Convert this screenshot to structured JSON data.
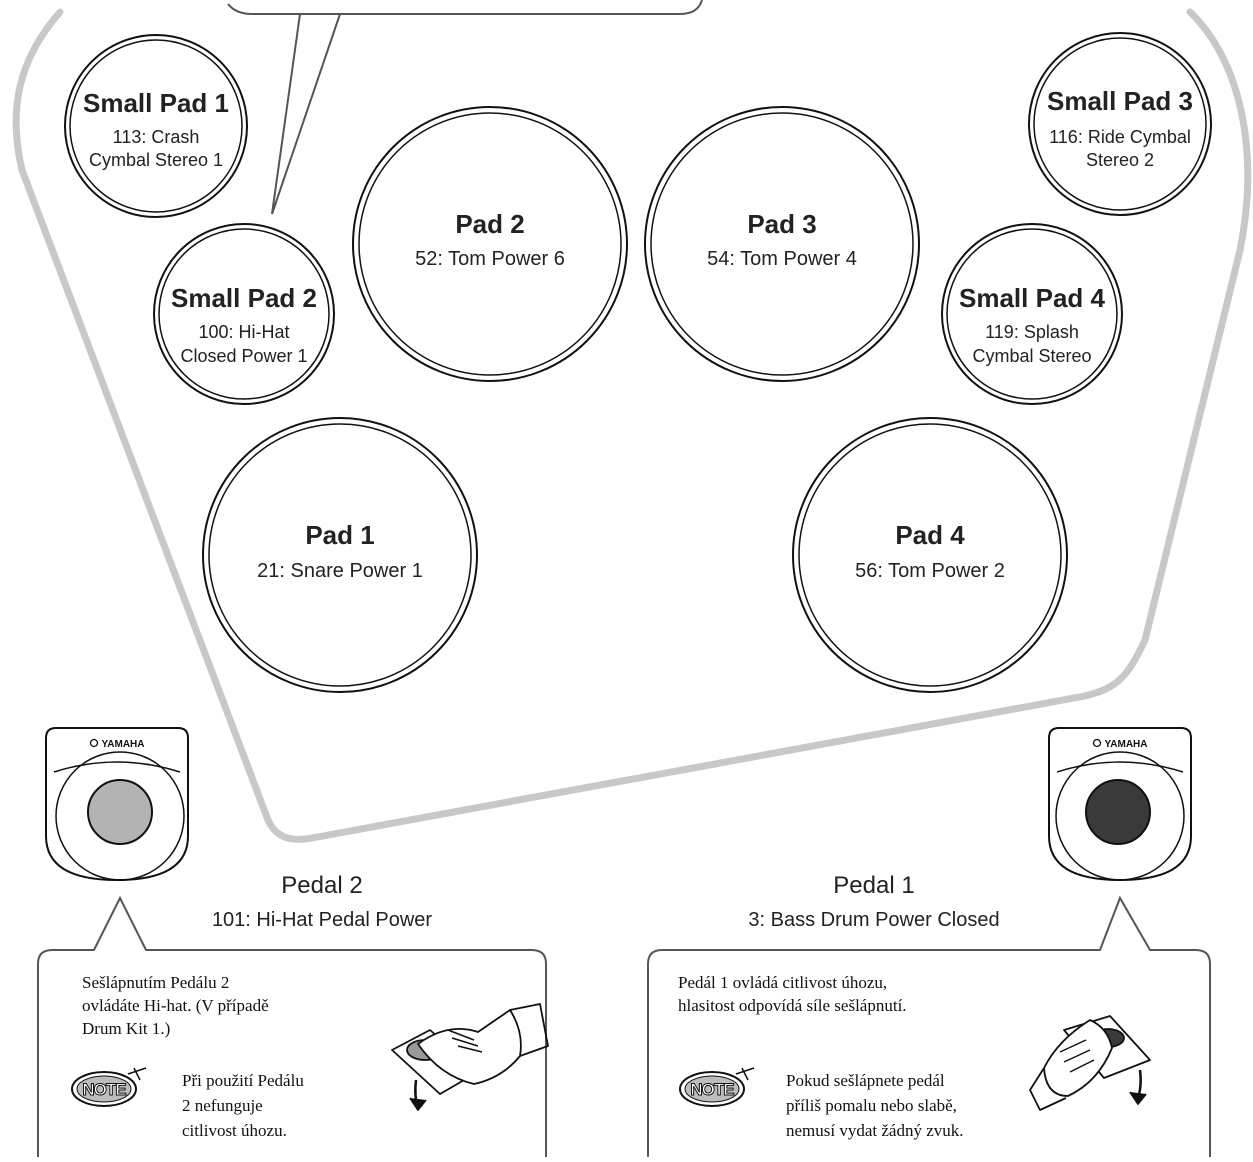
{
  "pads": {
    "small_pad_1": {
      "name": "Small Pad 1",
      "line1": "113: Crash",
      "line2": "Cymbal Stereo 1"
    },
    "small_pad_2": {
      "name": "Small Pad 2",
      "line1": "100: Hi-Hat",
      "line2": "Closed Power 1"
    },
    "small_pad_3": {
      "name": "Small Pad 3",
      "line1": "116: Ride Cymbal",
      "line2": "Stereo 2"
    },
    "small_pad_4": {
      "name": "Small Pad 4",
      "line1": "119: Splash",
      "line2": "Cymbal Stereo"
    },
    "pad_1": {
      "name": "Pad 1",
      "sound": "21: Snare Power 1"
    },
    "pad_2": {
      "name": "Pad 2",
      "sound": "52: Tom Power 6"
    },
    "pad_3": {
      "name": "Pad 3",
      "sound": "54: Tom Power 4"
    },
    "pad_4": {
      "name": "Pad 4",
      "sound": "56: Tom Power 2"
    }
  },
  "pedals": {
    "pedal_2": {
      "name": "Pedal 2",
      "sound": "101: Hi-Hat Pedal Power",
      "logo": "YAMAHA",
      "button_color": "#b3b3b3",
      "callout_line1": "Sešlápnutím Pedálu 2",
      "callout_line2": "ovládáte Hi-hat. (V případě",
      "callout_line3": "Drum Kit 1.)",
      "note_badge": "NOTE",
      "note_line1": "Při použití Pedálu",
      "note_line2": "2 nefunguje",
      "note_line3": "citlivost úhozu."
    },
    "pedal_1": {
      "name": "Pedal 1",
      "sound": "3: Bass Drum Power Closed",
      "logo": "YAMAHA",
      "button_color": "#3a3a3a",
      "callout_line1": "Pedál 1 ovládá citlivost úhozu,",
      "callout_line2": "hlasitost odpovídá síle sešlápnutí.",
      "note_badge": "NOTE",
      "note_line1": "Pokud sešlápnete pedál",
      "note_line2": "příliš pomalu nebo slabě,",
      "note_line3": "nemusí vydat žádný zvuk."
    }
  }
}
